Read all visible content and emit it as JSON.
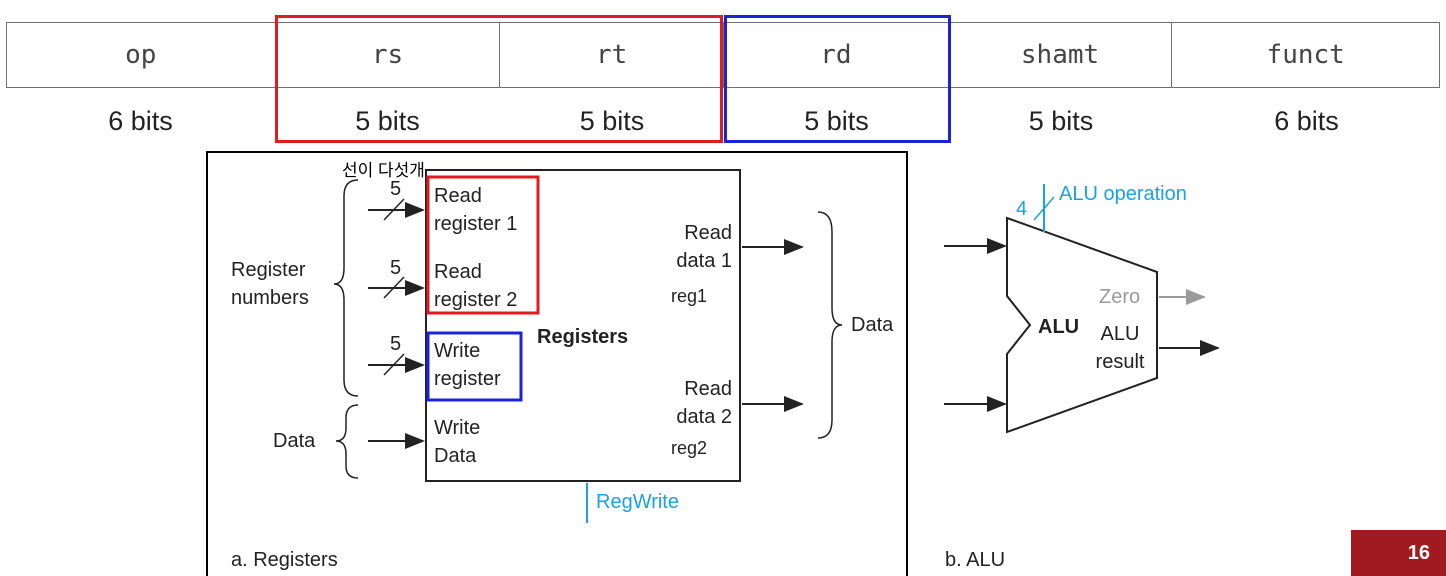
{
  "format": {
    "fields": [
      {
        "name": "op",
        "bits": "6 bits"
      },
      {
        "name": "rs",
        "bits": "5 bits"
      },
      {
        "name": "rt",
        "bits": "5 bits"
      },
      {
        "name": "rd",
        "bits": "5 bits"
      },
      {
        "name": "shamt",
        "bits": "5 bits"
      },
      {
        "name": "funct",
        "bits": "6 bits"
      }
    ]
  },
  "annotation_korean": "선이 다섯개",
  "registers": {
    "title": "Registers",
    "caption": "a. Registers",
    "register_numbers": "Register\nnumbers",
    "data_in": "Data",
    "data_out": "Data",
    "width_5a": "5",
    "width_5b": "5",
    "width_5c": "5",
    "read_register_1": "Read\nregister 1",
    "read_register_2": "Read\nregister 2",
    "write_register": "Write\nregister",
    "write_data": "Write\nData",
    "read_data_1": "Read\ndata 1",
    "read_data_2": "Read\ndata 2",
    "reg1": "reg1",
    "reg2": "reg2",
    "regwrite": "RegWrite"
  },
  "alu": {
    "caption": "b. ALU",
    "label": "ALU",
    "op_width": "4",
    "operation": "ALU operation",
    "zero": "Zero",
    "result": "ALU\nresult"
  },
  "page_number": "16",
  "colors": {
    "red": "#e11b22",
    "blue": "#1c22d6",
    "cyan": "#1aa3dc",
    "badge": "#a01a1f"
  }
}
